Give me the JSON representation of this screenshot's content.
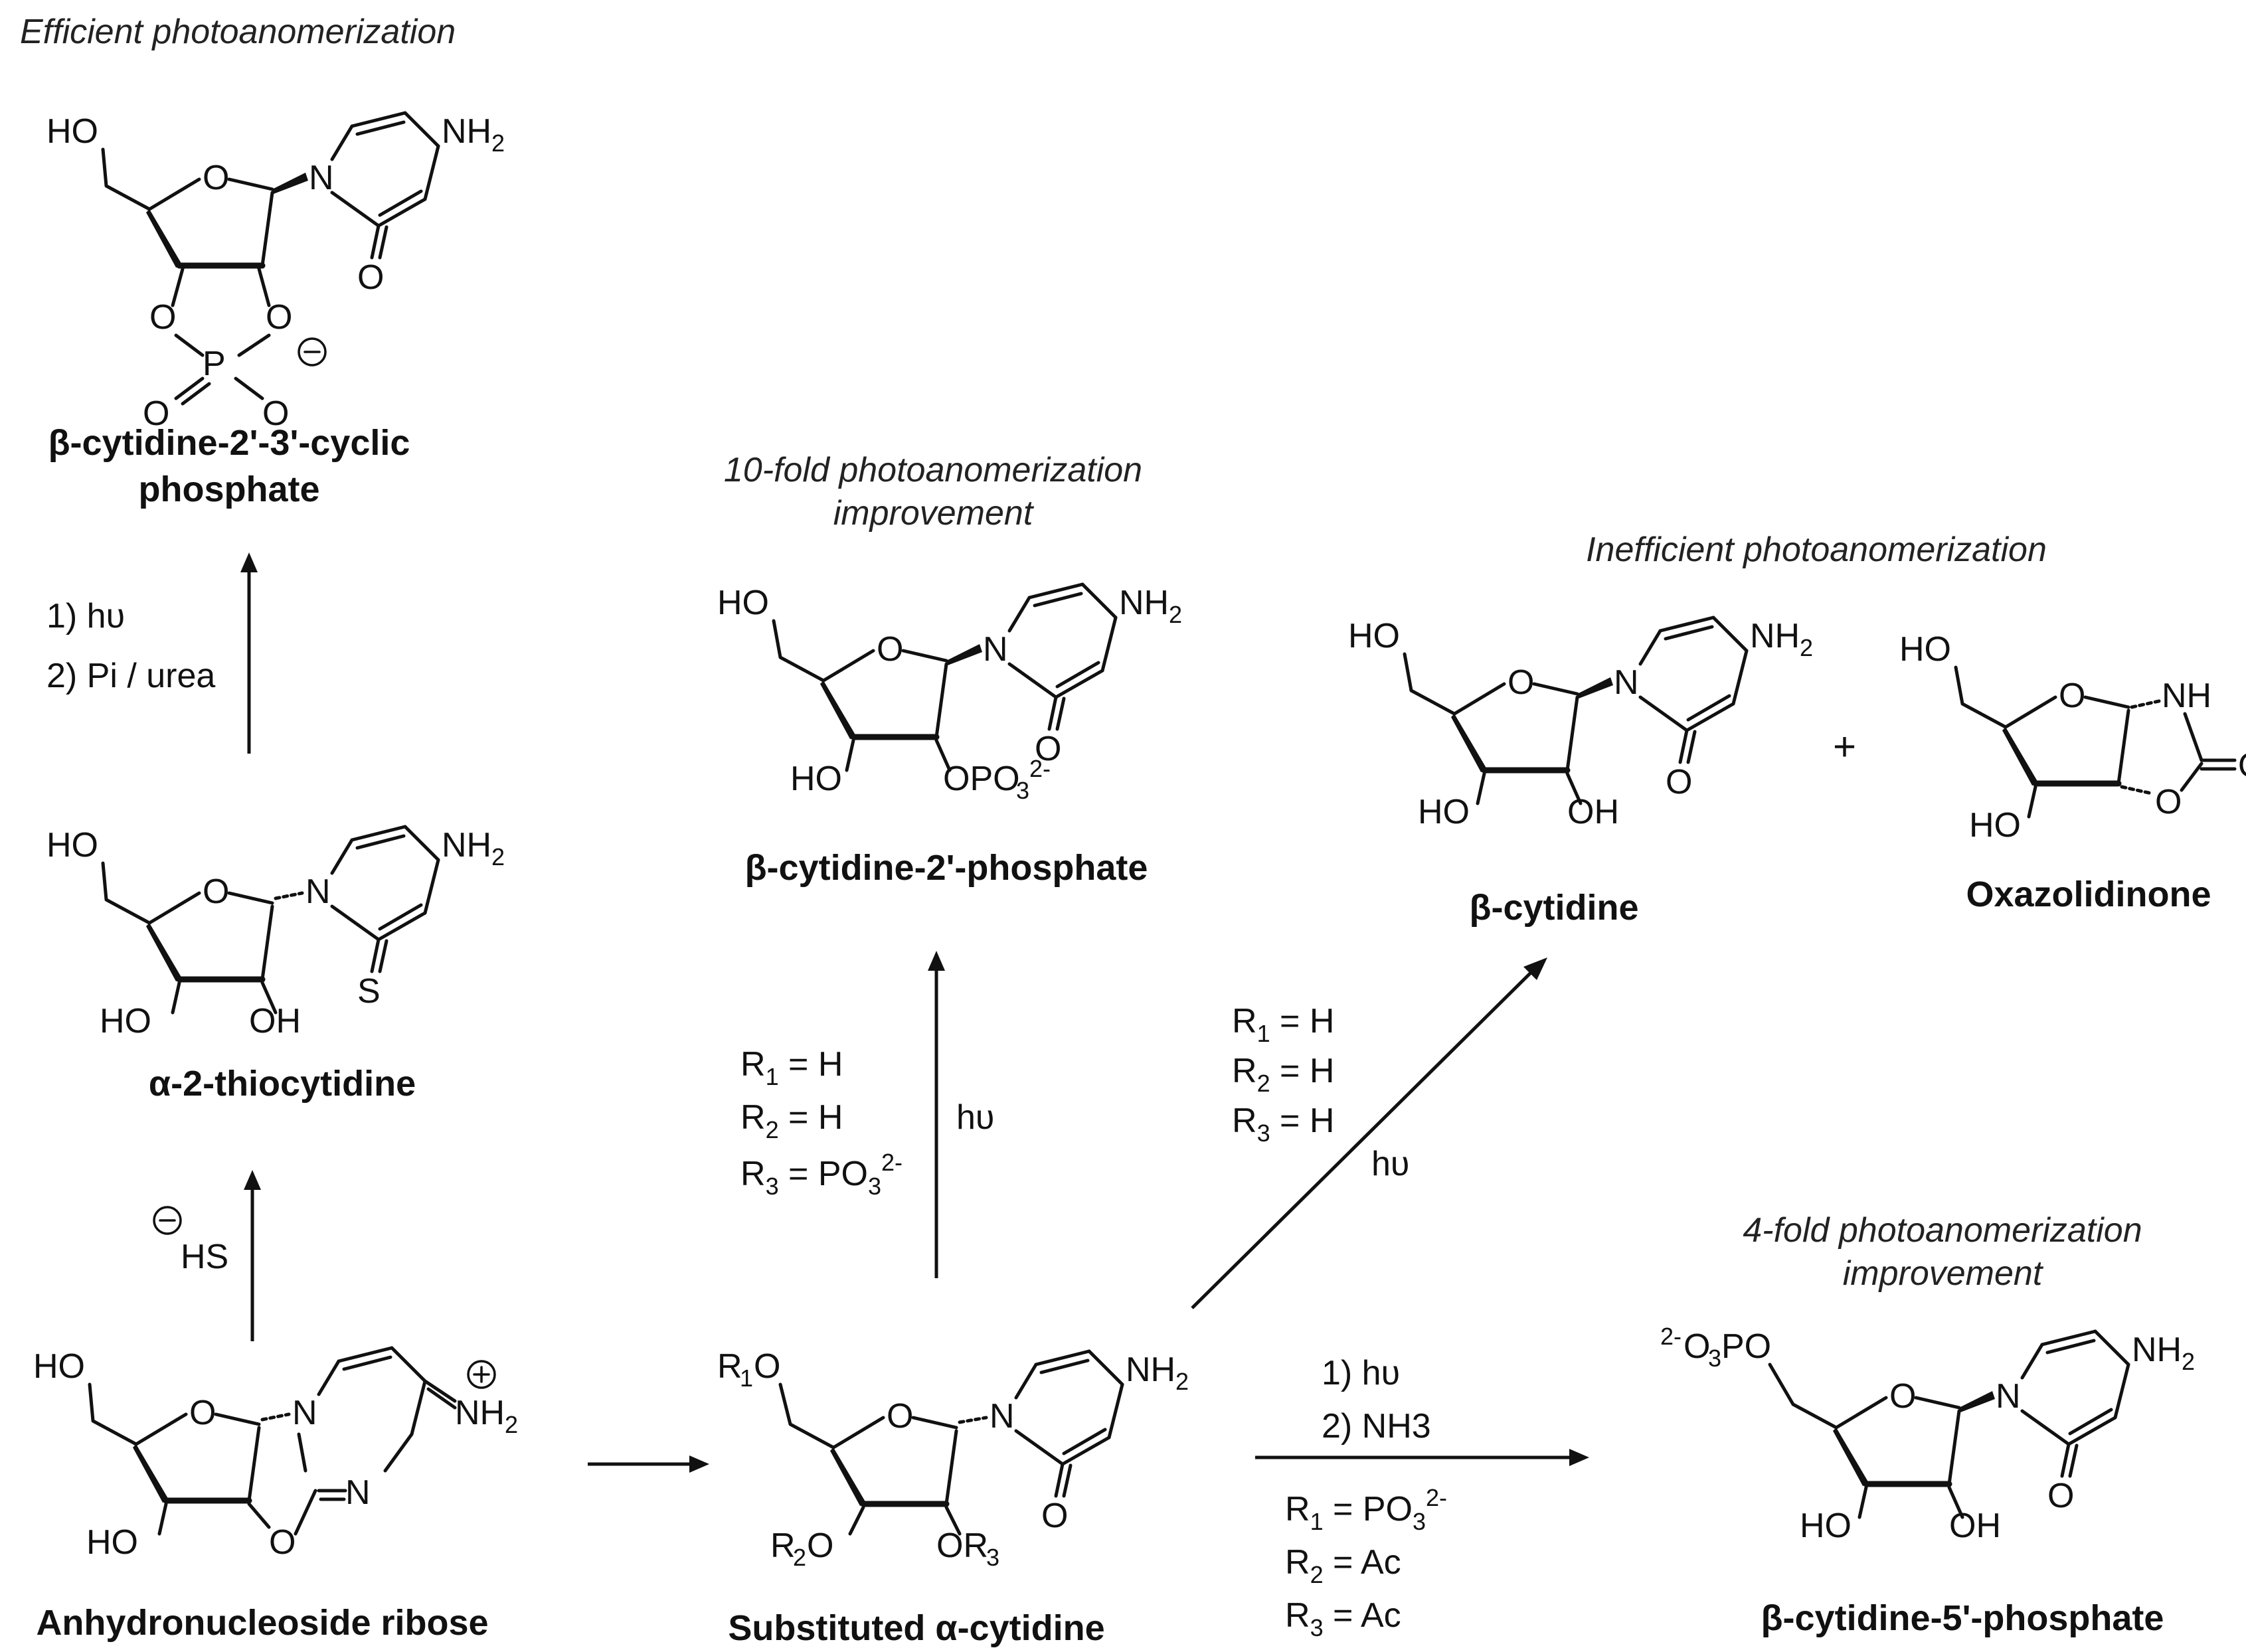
{
  "headers": {
    "efficient": "Efficient photoanomerization",
    "tenfold_1": "10-fold photoanomerization",
    "tenfold_2": "improvement",
    "inefficient": "Inefficient photoanomerization",
    "fourfold_1": "4-fold photoanomerization",
    "fourfold_2": "improvement"
  },
  "compounds": {
    "cyclic_phosphate_1": "β-cytidine-2'-3'-cyclic",
    "cyclic_phosphate_2": "phosphate",
    "thiocytidine": "α-2-thiocytidine",
    "anhydronucleoside": "Anhydronucleoside ribose",
    "substituted": "Substituted α-cytidine",
    "two_phosphate": "β-cytidine-2'-phosphate",
    "cytidine": "β-cytidine",
    "oxazolidinone": "Oxazolidinone",
    "five_phosphate": "β-cytidine-5'-phosphate"
  },
  "conditions": {
    "step_hv_pi_1": "1) hυ",
    "step_hv_pi_2": "2) Pi / urea",
    "step_hs": "HS",
    "two_p_r1": "R1 = H",
    "two_p_r2": "R2 = H",
    "two_p_r3": "R3 = PO3 2-",
    "two_p_hv": "hυ",
    "cyt_r1": "R1 = H",
    "cyt_r2": "R2 = H",
    "cyt_r3": "R3 = H",
    "cyt_hv": "hυ",
    "five_step1": "1) hυ",
    "five_step2": "2) NH3",
    "five_r1": "R1 = PO3 2-",
    "five_r2": "R2 = Ac",
    "five_r3": "R3 = Ac"
  },
  "plus_sign": "+"
}
